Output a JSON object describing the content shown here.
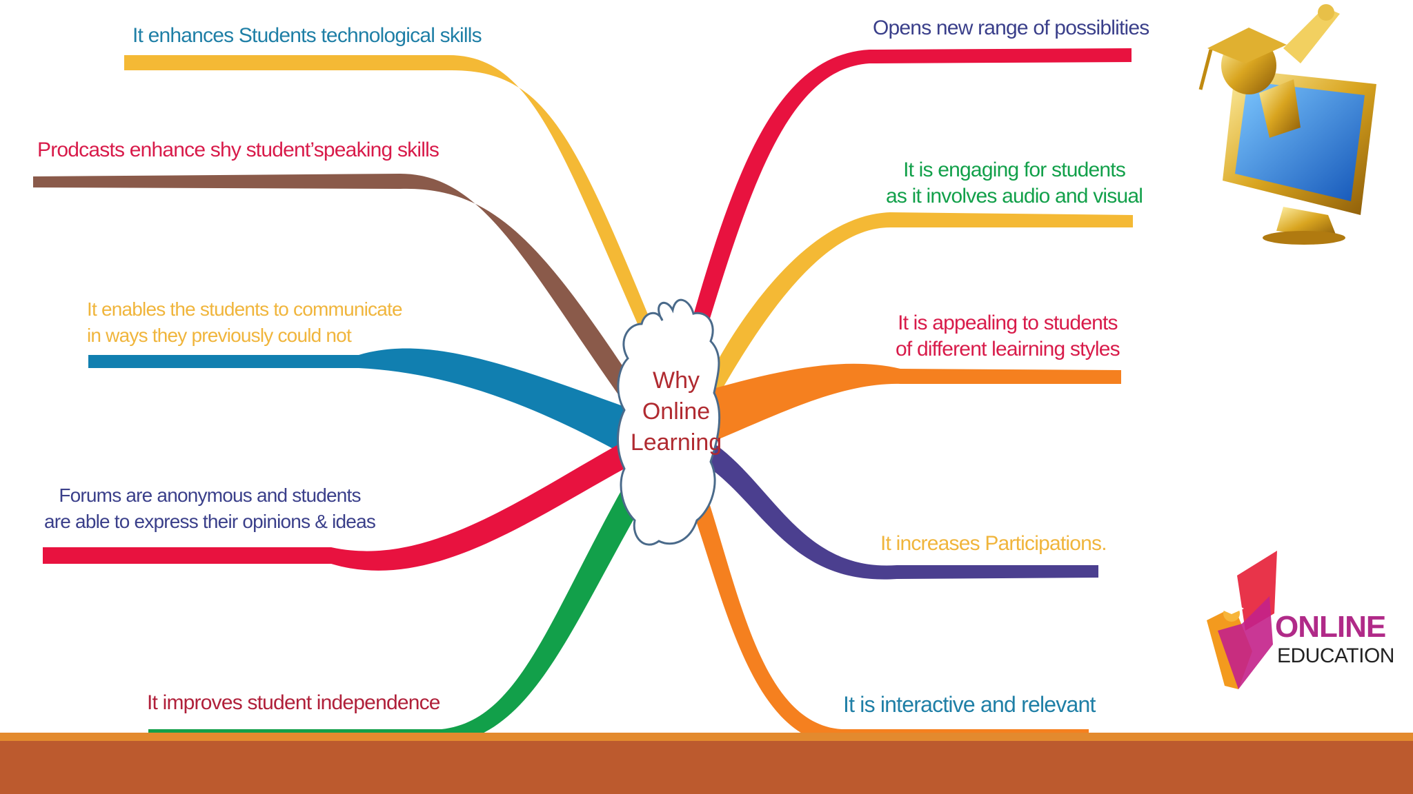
{
  "center": {
    "lines": [
      "Why",
      "Online",
      "Learning"
    ]
  },
  "branches_left": [
    {
      "lines": [
        "It enhances Students technological skills"
      ],
      "text_color": "#1f7fa6",
      "branch_color": "#f4b935"
    },
    {
      "lines": [
        "Prodcasts enhance shy student’speaking skills"
      ],
      "text_color": "#d81b4a",
      "branch_color": "#8a5a4a"
    },
    {
      "lines": [
        "It enables the students to communicate",
        "in ways  they previously could not"
      ],
      "text_color": "#f0b53c",
      "branch_color": "#117fb0"
    },
    {
      "lines": [
        "Forums are anonymous and students",
        "are able to express their opinions & ideas"
      ],
      "text_color": "#3a3f8a",
      "branch_color": "#e8123f"
    },
    {
      "lines": [
        "It improves student independence"
      ],
      "text_color": "#b0203a",
      "branch_color": "#12a04a"
    }
  ],
  "branches_right": [
    {
      "lines": [
        "Opens new range of possiblities"
      ],
      "text_color": "#3a3f8a",
      "branch_color": "#e8123f"
    },
    {
      "lines": [
        "It is engaging for students",
        "as it involves audio and visual"
      ],
      "text_color": "#12a04a",
      "branch_color": "#f4b935"
    },
    {
      "lines": [
        "It is appealing to students",
        "of different leairning styles"
      ],
      "text_color": "#d81b4a",
      "branch_color": "#f5801f"
    },
    {
      "lines": [
        "It increases Participations."
      ],
      "text_color": "#f0b53c",
      "branch_color": "#4b3f8f"
    },
    {
      "lines": [
        "It is interactive and relevant"
      ],
      "text_color": "#1f7fa6",
      "branch_color": "#f5801f"
    }
  ],
  "logo": {
    "word": "ONLINE",
    "sub": "EDUCATION",
    "icon": "online-education-logo-icon"
  },
  "illustration": {
    "icon": "graduate-monitor-icon"
  },
  "colors": {
    "footer_bar": "#bc5a2e",
    "footer_line": "#e38a2e",
    "center_text": "#b02a30"
  }
}
